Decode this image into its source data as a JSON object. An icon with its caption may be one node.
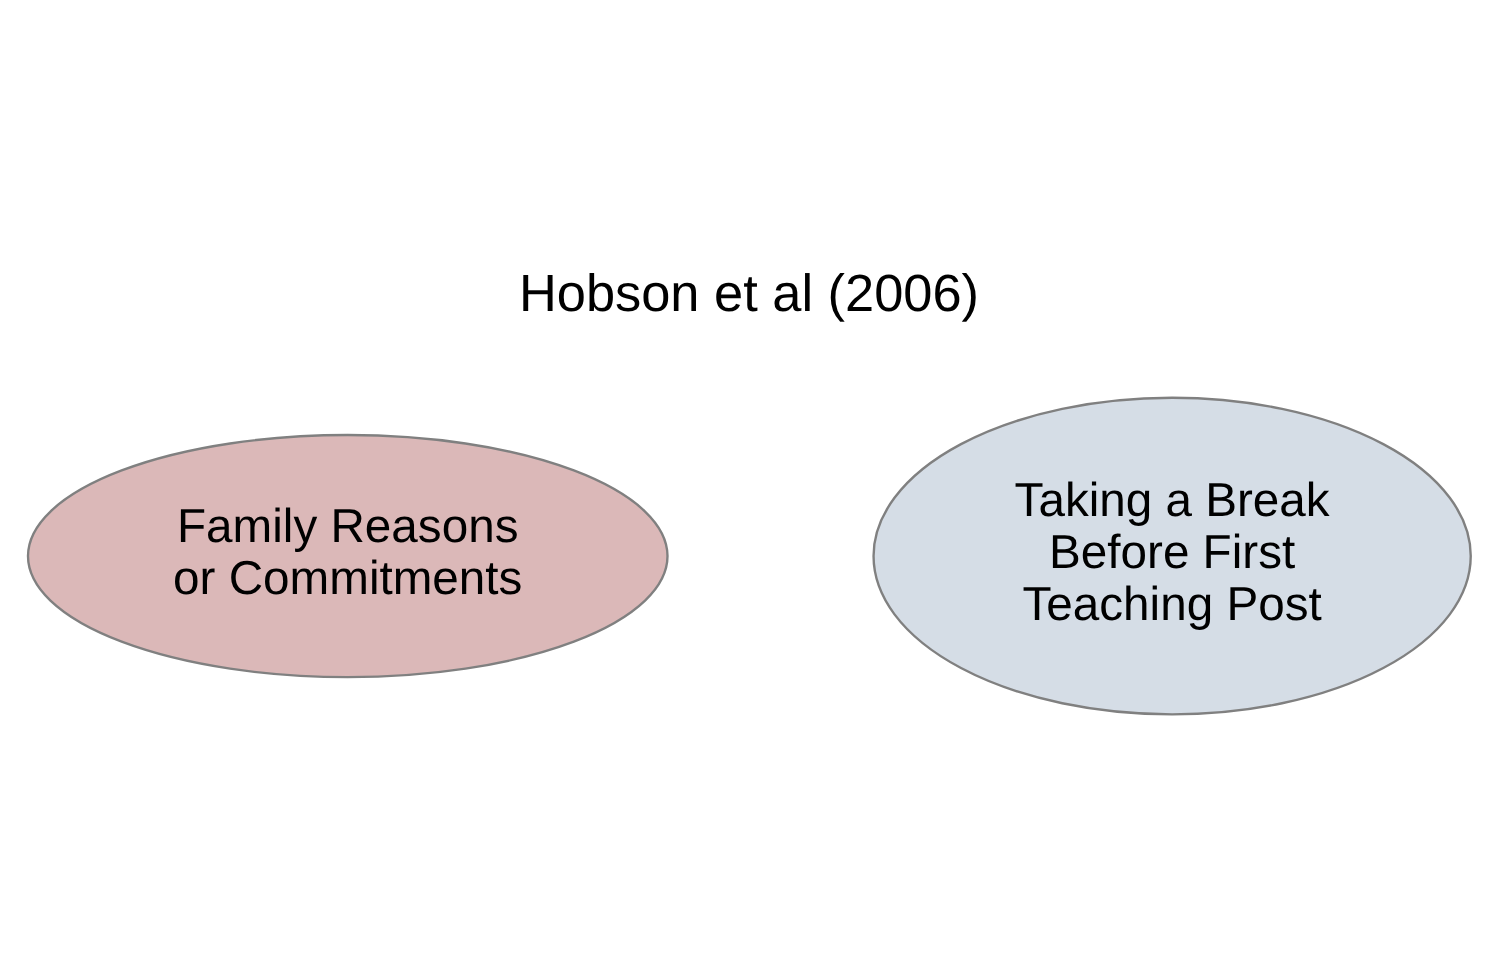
{
  "diagram": {
    "title": "Hobson et al (2006)",
    "nodes": [
      {
        "text": [
          "Family Reasons or Commitments"
        ]
      },
      {
        "text": [
          "Taking a Break Before First Teaching Post"
        ]
      }
    ],
    "edges": []
  }
}
